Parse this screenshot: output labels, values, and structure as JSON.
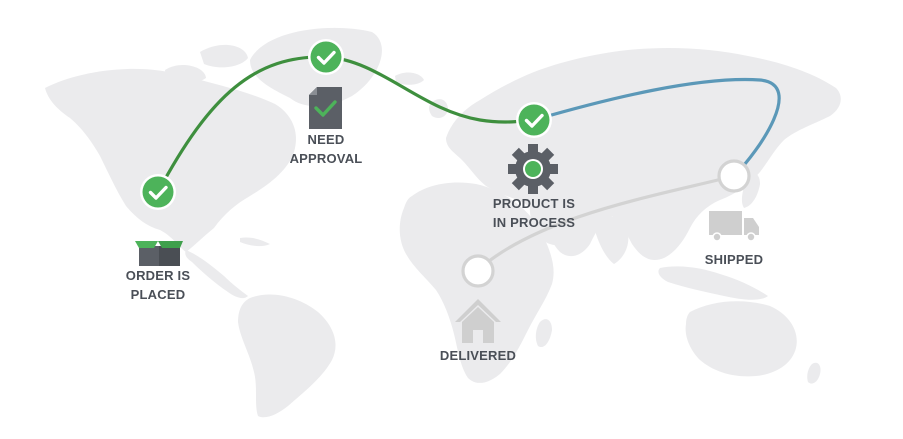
{
  "colors": {
    "completed": "#4db35a",
    "completed_path": "#3e8f3e",
    "in_transit_path": "#5b98b8",
    "pending_path": "#d3d3d3",
    "map_land": "#ebebed",
    "icon_dark": "#5b5f66",
    "icon_light": "#cfcfcf",
    "label_text": "#4a4f57"
  },
  "steps": [
    {
      "id": "order",
      "lines": [
        "ORDER IS",
        "PLACED"
      ],
      "status": "completed",
      "icon": "open-box-icon"
    },
    {
      "id": "approval",
      "lines": [
        "NEED",
        "APPROVAL"
      ],
      "status": "completed",
      "icon": "document-check-icon"
    },
    {
      "id": "process",
      "lines": [
        "PRODUCT IS",
        "IN PROCESS"
      ],
      "status": "completed",
      "icon": "gear-icon"
    },
    {
      "id": "shipped",
      "lines": [
        "SHIPPED"
      ],
      "status": "pending",
      "icon": "truck-icon"
    },
    {
      "id": "delivered",
      "lines": [
        "DELIVERED"
      ],
      "status": "pending",
      "icon": "house-icon"
    }
  ]
}
